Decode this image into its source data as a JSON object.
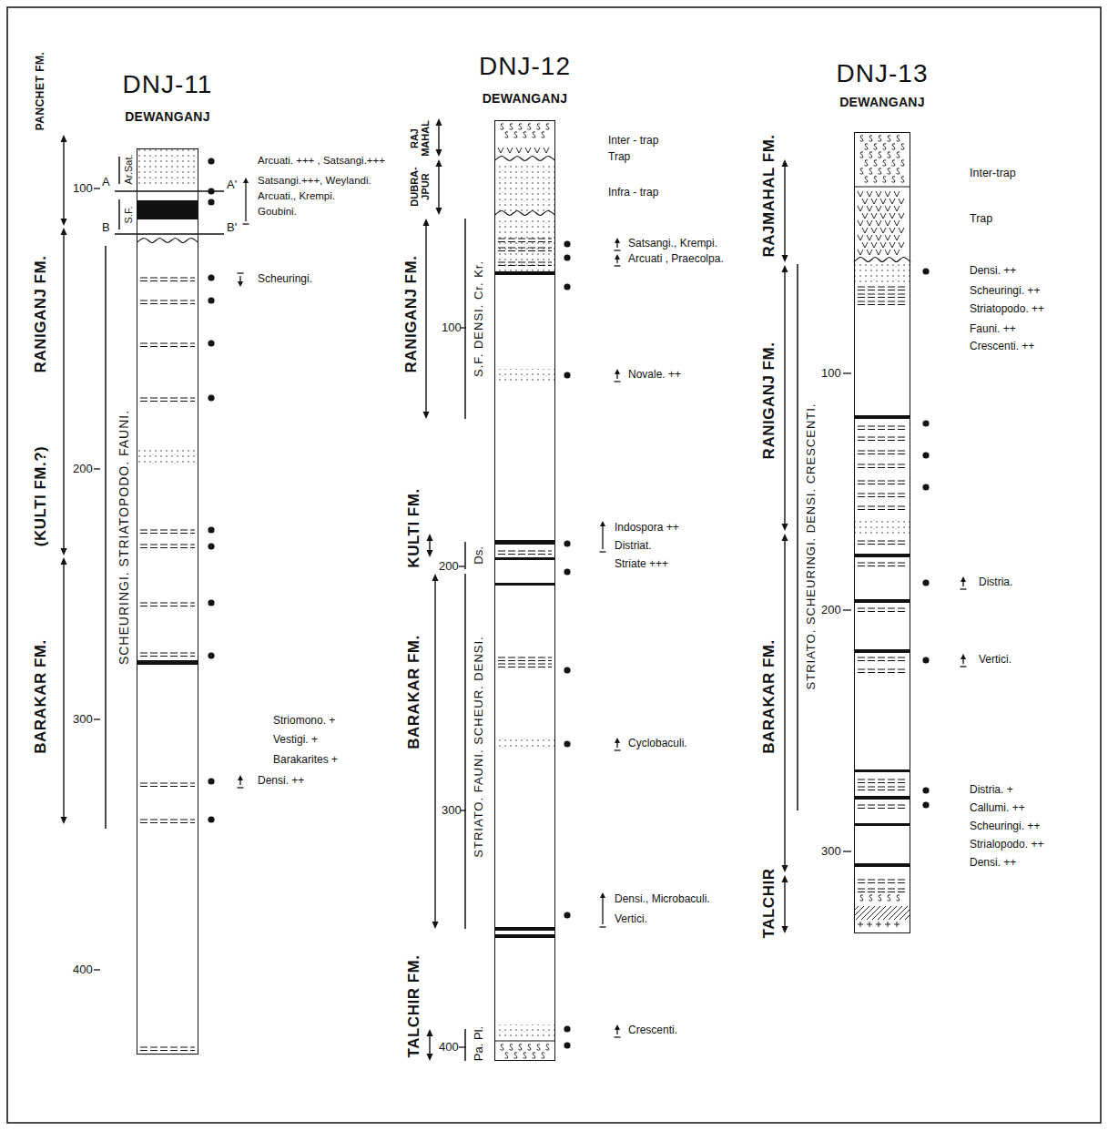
{
  "diagram": {
    "nodes": [
      {
        "text": [
          "DNJ-11",
          "DEWANGANJ"
        ]
      },
      {
        "text": [
          "DNJ-12",
          "DEWANGANJ"
        ]
      },
      {
        "text": [
          "DNJ-13",
          "DEWANGANJ"
        ]
      }
    ],
    "labels": [
      "PANCHET FM.",
      "RANIGANJ FM.",
      "(KULTI FM.?)",
      "BARAKAR FM.",
      "A",
      "A'",
      "B",
      "B'",
      "Ar.Sat.",
      "S.F.",
      "SCHEURINGI. STRIATOPODO. FAUNI.",
      "100",
      "200",
      "300",
      "400",
      "Arcuati. +++ , Satsangi.+++",
      "Satsangi.+++, Weylandi.",
      "Arcuati., Krempi.",
      "Goubini.",
      "Scheuringi.",
      "Striomono. +",
      "Vestigi. +",
      "Barakarites +",
      "Densi. ++",
      "RAJ MAHAL",
      "DUBRA- JPUR",
      "RANIGANJ FM.",
      "KULTI FM.",
      "BARAKAR FM.",
      "TALCHIR FM.",
      "S.F. DENSI. Cr. Kr.",
      "Ds.",
      "STRIATO. FAUNI. SCHEUR. DENSI.",
      "Pa. Pl.",
      "100",
      "200",
      "300",
      "400",
      "Inter - trap",
      "Trap",
      "Infra - trap",
      "Satsangi., Krempi.",
      "Arcuati , Praecolpa.",
      "Novale. ++",
      "Indospora ++",
      "Distriat.",
      "Striate +++",
      "Cyclobaculi.",
      "Densi., Microbaculi.",
      "Vertici.",
      "Crescenti.",
      "RAJMAHAL FM.",
      "RANIGANJ FM.",
      "BARAKAR FM.",
      "TALCHIR",
      "STRIATO. SCHEURINGI. DENSI. CRESCENTI.",
      "100",
      "200",
      "300",
      "Inter-trap",
      "Trap",
      "Densi. ++",
      "Scheuringi. ++",
      "Striatopodo. ++",
      "Fauni. ++",
      "Crescenti. ++",
      "Distria.",
      "Vertici.",
      "Distria. +",
      "Callumi. ++",
      "Scheuringi. ++",
      "Strialopodo. ++",
      "Densi. ++"
    ]
  }
}
